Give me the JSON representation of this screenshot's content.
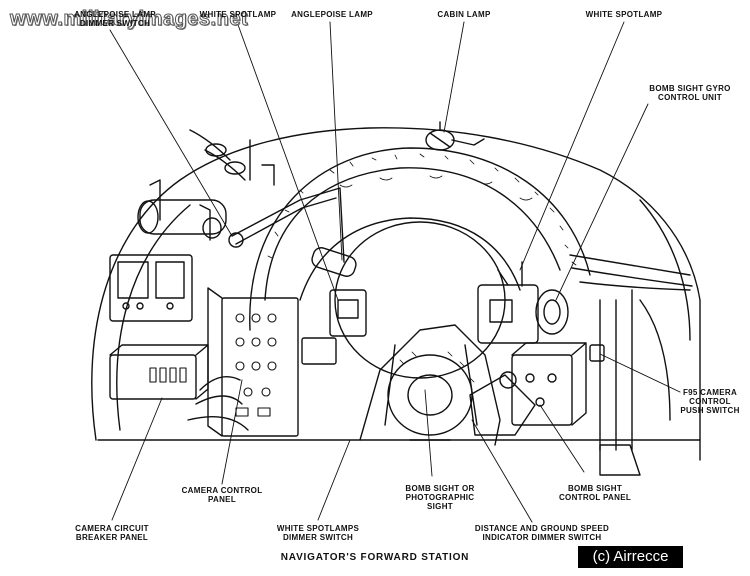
{
  "watermark": "www.militaryimages.net",
  "caption": "NAVIGATOR'S FORWARD STATION",
  "copyright": "(c) Airrecce",
  "labels": {
    "anglepoise_dimmer": "ANGLEPOISE LAMP\nDIMMER SWITCH",
    "white_spotlamp_left": "WHITE SPOTLAMP",
    "anglepoise_lamp": "ANGLEPOISE LAMP",
    "cabin_lamp": "CABIN LAMP",
    "white_spotlamp_right": "WHITE SPOTLAMP",
    "gyro_control": "BOMB SIGHT GYRO\nCONTROL UNIT",
    "f95_switch": "F95 CAMERA\nCONTROL\nPUSH SWITCH",
    "camera_control_panel": "CAMERA CONTROL\nPANEL",
    "camera_breaker_panel": "CAMERA CIRCUIT\nBREAKER PANEL",
    "spotlamps_dimmer": "WHITE SPOTLAMPS\nDIMMER SWITCH",
    "bomb_sight": "BOMB SIGHT OR\nPHOTOGRAPHIC SIGHT",
    "distance_speed": "DISTANCE AND GROUND SPEED\nINDICATOR DIMMER SWITCH",
    "bomb_sight_panel": "BOMB SIGHT\nCONTROL PANEL"
  },
  "colors": {
    "ink": "#111111",
    "paper": "#ffffff"
  }
}
